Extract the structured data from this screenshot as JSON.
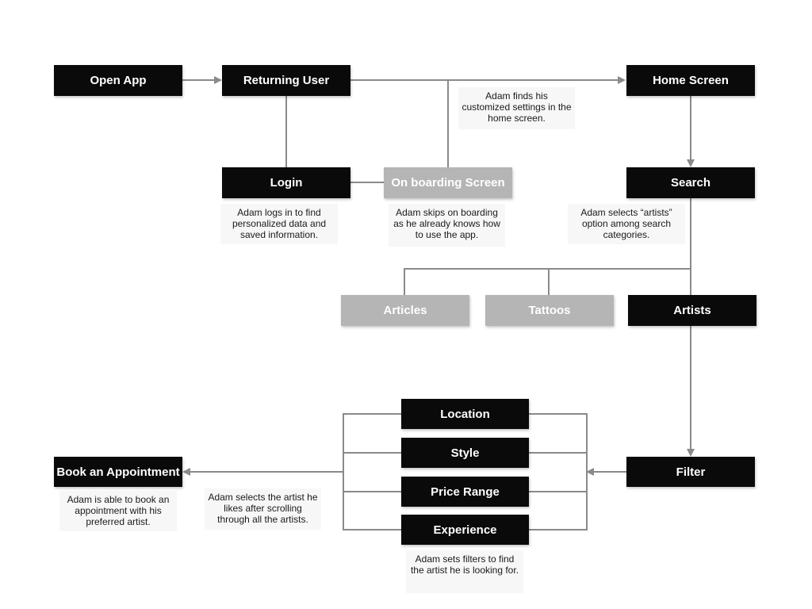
{
  "diagram": {
    "type": "user-flow-flowchart",
    "colors": {
      "node_primary_bg": "#0a0a0a",
      "node_secondary_bg": "#b5b5b5",
      "node_text": "#ffffff",
      "connector": "#8a8a8a",
      "note_bg": "#f7f7f7",
      "note_text": "#1a1a1a",
      "canvas_bg": "#ffffff"
    },
    "nodes": [
      {
        "id": "open-app",
        "label": "Open App",
        "variant": "primary"
      },
      {
        "id": "returning-user",
        "label": "Returning User",
        "variant": "primary"
      },
      {
        "id": "home-screen",
        "label": "Home Screen",
        "variant": "primary"
      },
      {
        "id": "login",
        "label": "Login",
        "variant": "primary"
      },
      {
        "id": "onboarding-screen",
        "label": "On boarding Screen",
        "variant": "secondary"
      },
      {
        "id": "search",
        "label": "Search",
        "variant": "primary"
      },
      {
        "id": "articles",
        "label": "Articles",
        "variant": "secondary"
      },
      {
        "id": "tattoos",
        "label": "Tattoos",
        "variant": "secondary"
      },
      {
        "id": "artists",
        "label": "Artists",
        "variant": "primary"
      },
      {
        "id": "location",
        "label": "Location",
        "variant": "primary"
      },
      {
        "id": "style",
        "label": "Style",
        "variant": "primary"
      },
      {
        "id": "price-range",
        "label": "Price Range",
        "variant": "primary"
      },
      {
        "id": "experience",
        "label": "Experience",
        "variant": "primary"
      },
      {
        "id": "book-appointment",
        "label": "Book an Appointment",
        "variant": "primary"
      },
      {
        "id": "filter",
        "label": "Filter",
        "variant": "primary"
      }
    ],
    "notes": [
      {
        "id": "note-home",
        "text": "Adam finds his customized settings in the home screen."
      },
      {
        "id": "note-login",
        "text": "Adam logs in to find personalized data and saved information."
      },
      {
        "id": "note-onboarding",
        "text": "Adam skips on boarding as he already knows how to use the app."
      },
      {
        "id": "note-search",
        "text": "Adam selects “artists” option among search categories."
      },
      {
        "id": "note-book",
        "text": "Adam is able to book an appointment with his preferred artist."
      },
      {
        "id": "note-select-artist",
        "text": "Adam selects the artist he likes after scrolling through all the artists."
      },
      {
        "id": "note-filter",
        "text": "Adam sets filters to find the artist he is looking for."
      }
    ],
    "edges": [
      "Open App -> Returning User",
      "Returning User -> Home Screen",
      "Returning User - Login",
      "Returning User branch - On boarding Screen",
      "Login - On boarding Screen",
      "Home Screen -> Search",
      "Search - Articles",
      "Search - Tattoos",
      "Search - Artists",
      "Artists -> Filter",
      "Filter -> Location/Style/Price Range/Experience",
      "Location/Style/Price Range/Experience -> Book an Appointment"
    ]
  }
}
